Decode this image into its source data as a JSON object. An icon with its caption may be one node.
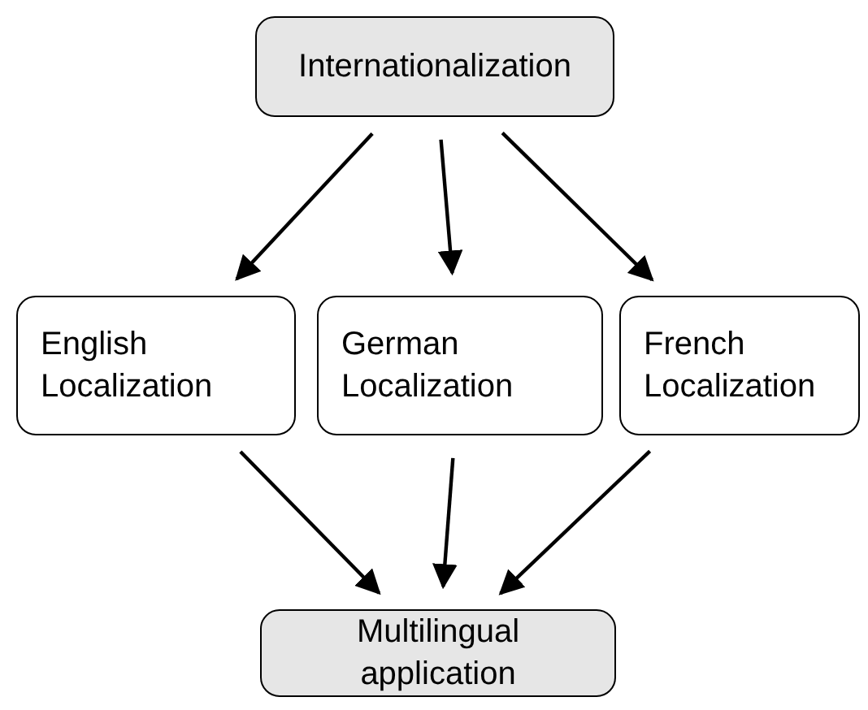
{
  "diagram": {
    "nodes": [
      {
        "text": [
          "Internationalization"
        ]
      },
      {
        "text": [
          "English Localization"
        ]
      },
      {
        "text": [
          "German Localization"
        ]
      },
      {
        "text": [
          "French Localization"
        ]
      },
      {
        "text": [
          "Multilingual application"
        ]
      }
    ],
    "edges": [
      {
        "from": 0,
        "to": 1,
        "arrow": "to"
      },
      {
        "from": 0,
        "to": 2,
        "arrow": "to"
      },
      {
        "from": 0,
        "to": 3,
        "arrow": "to"
      },
      {
        "from": 1,
        "to": 4,
        "arrow": "to"
      },
      {
        "from": 2,
        "to": 4,
        "arrow": "to"
      },
      {
        "from": 3,
        "to": 4,
        "arrow": "to"
      }
    ]
  }
}
